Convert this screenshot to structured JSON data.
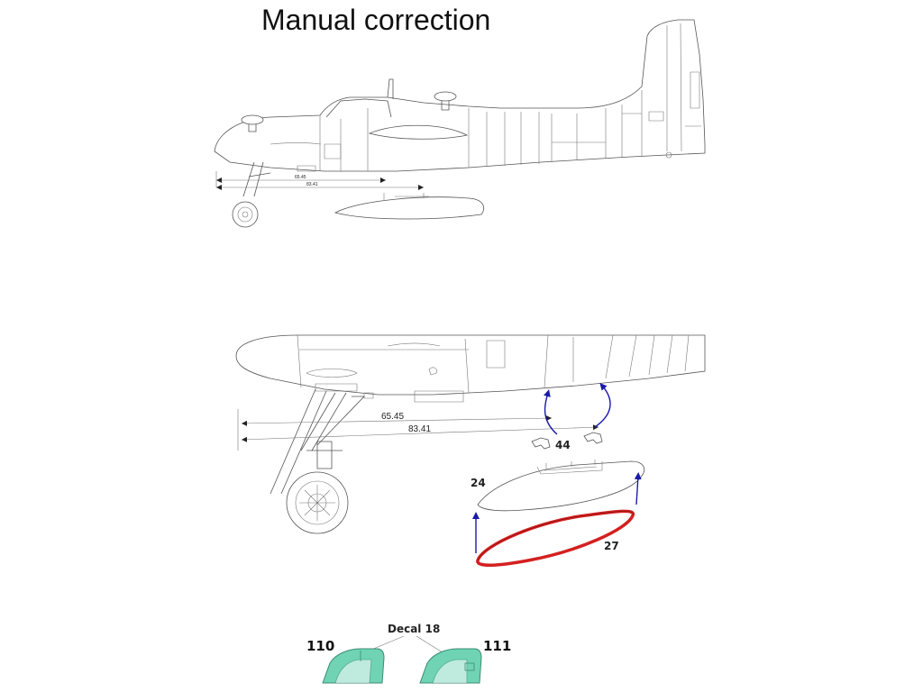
{
  "title": "Manual correction",
  "top_view": {
    "dim_short": "65.45",
    "dim_long": "83.41"
  },
  "detail_view": {
    "dim_short": "65.45",
    "dim_long": "83.41",
    "part_44": "44",
    "part_24": "24",
    "part_27": "27"
  },
  "decal": {
    "label": "Decal 18",
    "left_part": "110",
    "right_part": "111"
  },
  "colors": {
    "arrow": "#1a1aa8",
    "highlight": "#d42020",
    "decal_fill": "#6fd3b4",
    "decal_stroke": "#3c8c72"
  }
}
